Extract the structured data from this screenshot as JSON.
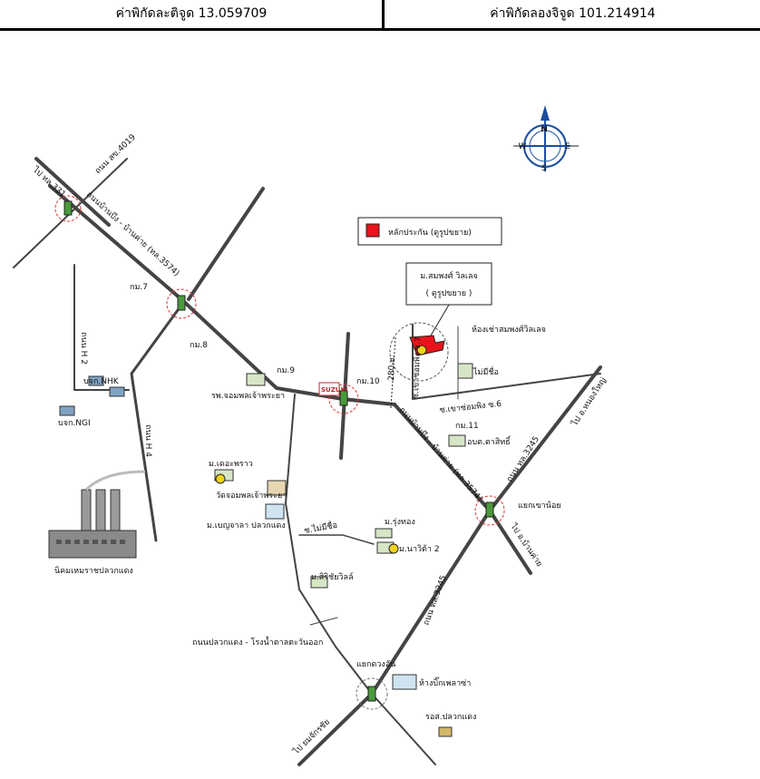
{
  "coordinates": {
    "lat_label": "ค่าพิกัดละติจูด 13.059709",
    "lng_label": "ค่าพิกัดลองจิจูด 101.214914"
  },
  "legend": {
    "item_label": "หลักประกัน (ดูรูปขยาย)",
    "marker_color": "#e8141b"
  },
  "callout": {
    "line1": "ม.สมพงศ์ วิลเลจ",
    "line2": "( ดูรูปขยาย )"
  },
  "roads": {
    "sukhumvit_4019": "ถนน สข.4019",
    "to_331": "ไป ทล.331",
    "ban_bueng_ban_khai_top": "ถนนบ้านบึง - บ้านค่าย (ทล.3574)",
    "h2": "ถนน H 2",
    "h4": "ถนน H 4",
    "soi_khao_somping_7": "ซ.เขาซ่อมพิง ซ.7",
    "soi_khao_somping_6": "ซ.เขาซ่อมพิง ซ.6",
    "ban_bueng_ban_khai_mid": "ถนนบ้านบึง - บ้านค่าย (ทล.3574)",
    "tl3245_upper": "ถนน ทล.3245",
    "tl3245_lower": "ถนน ทล.3245",
    "to_nong_yai": "ไป อ.หนองใหญ่",
    "to_ban_khai": "ไป อ.บ้านค่าย",
    "to_yomchok": "ไป ยมจักรชัย",
    "soi_mai_mi_chue": "ซ.ไม่มีชื่อ",
    "pluak_daeng_road": "ถนนปลวกแดง - โรงน้ำตาลตะวันออก"
  },
  "places": {
    "km7": "กม.7",
    "km8": "กม.8",
    "km9": "กม.9",
    "km10": "กม.10",
    "km11": "กม.11",
    "nhk": "บจก.NHK",
    "ngi": "บจก.NGI",
    "wat_school": "รพ.จอมพลเจ้าพระยา",
    "distance": "280 ม.",
    "apartment": "ห้องเช่าสมพงศ์วิลเลจ",
    "no_name_1": "ไม่มีชื่อ",
    "abk": "อบต.ตาสิทธิ์",
    "khao_noi": "แยกเขาน้อย",
    "moo_ban_pattaya": "ม.เดอะพราว",
    "wat": "วัดจอมพลเจ้าพระยา",
    "benjama": "ม.เบญจาลา ปลวกแดง",
    "rung_thong": "ม.รุ่งทอง",
    "navita": "ม.นาวิต้า 2",
    "sirichai": "ม.สิริชัยวิลล์",
    "industrial": "นิคมเหมราชปลวกแดง",
    "yaek_duang": "แยกดวงอัน",
    "big_c": "ห้างบิ๊กเพลาซ่า",
    "bus": "รอส.ปลวกแดง",
    "suzuki": "SUZUKI"
  },
  "compass": {
    "north": "N",
    "south": "S",
    "east": "E",
    "west": "W"
  }
}
